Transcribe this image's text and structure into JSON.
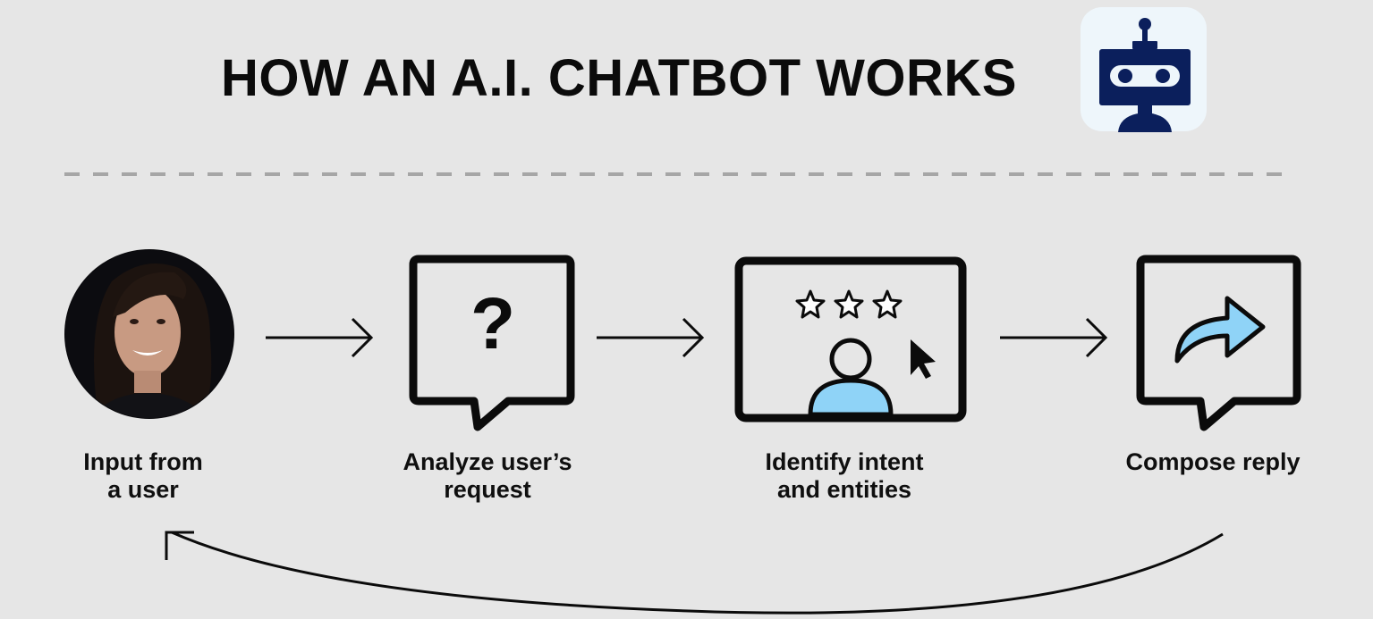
{
  "header": {
    "title": "HOW AN A.I. CHATBOT WORKS",
    "logo_icon": "robot-icon"
  },
  "steps": [
    {
      "label_line1": "Input from",
      "label_line2": "a user",
      "icon": "user-avatar-photo"
    },
    {
      "label_line1": "Analyze user’s",
      "label_line2": "request",
      "icon": "question-speech-bubble-icon"
    },
    {
      "label_line1": "Identify intent",
      "label_line2": "and entities",
      "icon": "rated-person-screen-icon"
    },
    {
      "label_line1": "Compose reply",
      "label_line2": "",
      "icon": "reply-speech-bubble-icon"
    }
  ],
  "glyphs": {
    "question": "?"
  },
  "colors": {
    "background": "#e6e6e6",
    "ink": "#0b0b0b",
    "navy": "#0b1f5c",
    "accent_blue": "#8fd3f7",
    "dash": "#a6a6a6"
  }
}
